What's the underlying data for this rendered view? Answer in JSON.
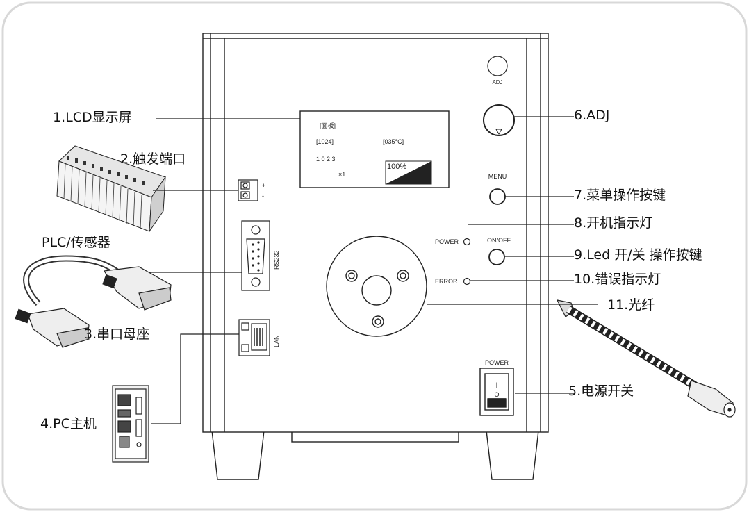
{
  "labels": {
    "lcd": "1.LCD显示屏",
    "trigger": "2.触发端口",
    "plc": "PLC/传感器",
    "serial": "3.串口母座",
    "pc": "4.PC主机",
    "power_switch": "5.电源开关",
    "adj": "6.ADJ",
    "menu_key": "7.菜单操作按键",
    "power_led": "8.开机指示灯",
    "led_key": "9.Led 开/关  操作按键",
    "error_led": "10.错误指示灯",
    "fiber": "11.光纤"
  },
  "lcd_screen": {
    "title": "[面板]",
    "value_bracket": "[1024]",
    "temperature": "[035°C]",
    "digits": "1 0 2 3",
    "multiplier": "×1",
    "percent": "100%"
  },
  "panel": {
    "adj_small": "ADJ",
    "menu": "MENU",
    "on_off": "ON/OFF",
    "power_indicator": "POWER",
    "error_indicator": "ERROR",
    "power_switch_title": "POWER",
    "rs232": "RS232",
    "lan": "LAN",
    "switch_on": "I",
    "switch_off": "O",
    "plus": "+",
    "minus": "-"
  }
}
